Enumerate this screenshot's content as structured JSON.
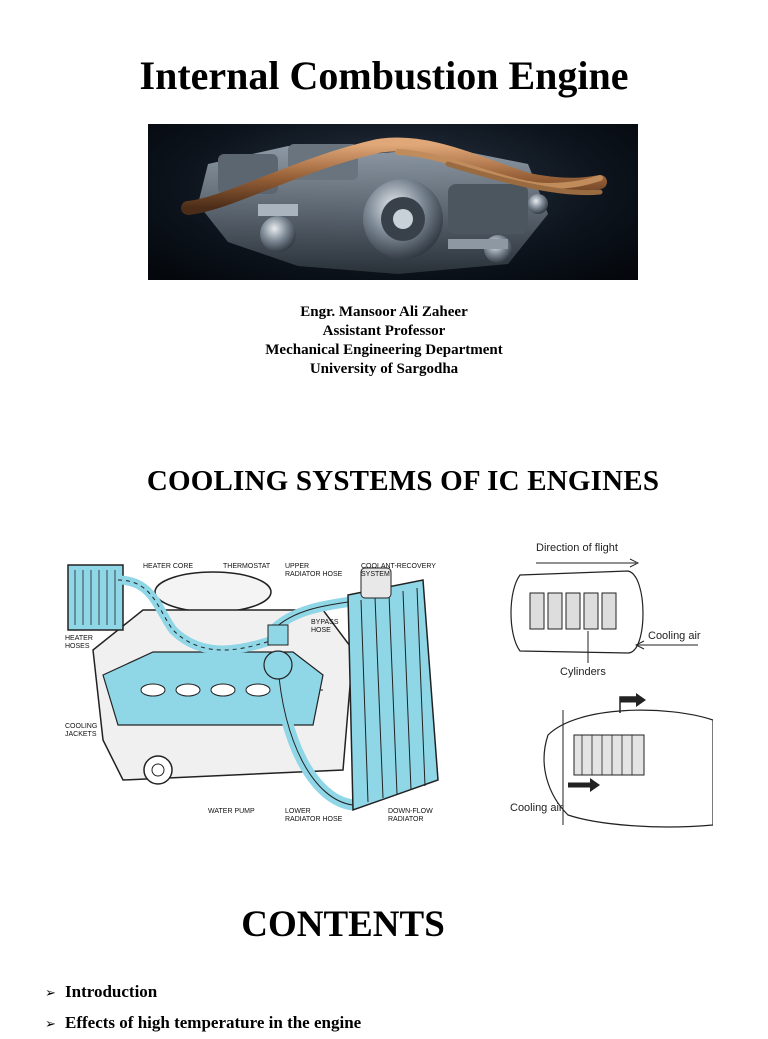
{
  "page_title": "Internal Combustion Engine",
  "author": {
    "name": "Engr. Mansoor Ali Zaheer",
    "position": "Assistant Professor",
    "department": "Mechanical Engineering Department",
    "university": "University of Sargodha"
  },
  "section_title": "COOLING SYSTEMS OF IC ENGINES",
  "left_diagram_labels": {
    "heater_core": "HEATER CORE",
    "thermostat": "THERMOSTAT",
    "upper_hose_1": "UPPER",
    "upper_hose_2": "RADIATOR HOSE",
    "coolant_1": "COOLANT-RECOVERY",
    "coolant_2": "SYSTEM",
    "bypass_1": "BYPASS",
    "bypass_2": "HOSE",
    "heater_hoses_1": "HEATER",
    "heater_hoses_2": "HOSES",
    "jackets_1": "COOLING",
    "jackets_2": "JACKETS",
    "water_pump": "WATER PUMP",
    "lower_hose_1": "LOWER",
    "lower_hose_2": "RADIATOR HOSE",
    "downflow_1": "DOWN-FLOW",
    "downflow_2": "RADIATOR"
  },
  "right_diagram_labels": {
    "direction": "Direction of flight",
    "cooling_air_top": "Cooling air",
    "cylinders": "Cylinders",
    "cooling_air_bottom": "Cooling air"
  },
  "contents_heading": "CONTENTS",
  "contents_items": [
    "Introduction",
    "Effects of high temperature in the engine"
  ],
  "colors": {
    "coolant": "#8fd6e6",
    "hero_background": "#0d141d",
    "copper_pipe": "#b07a4a"
  }
}
